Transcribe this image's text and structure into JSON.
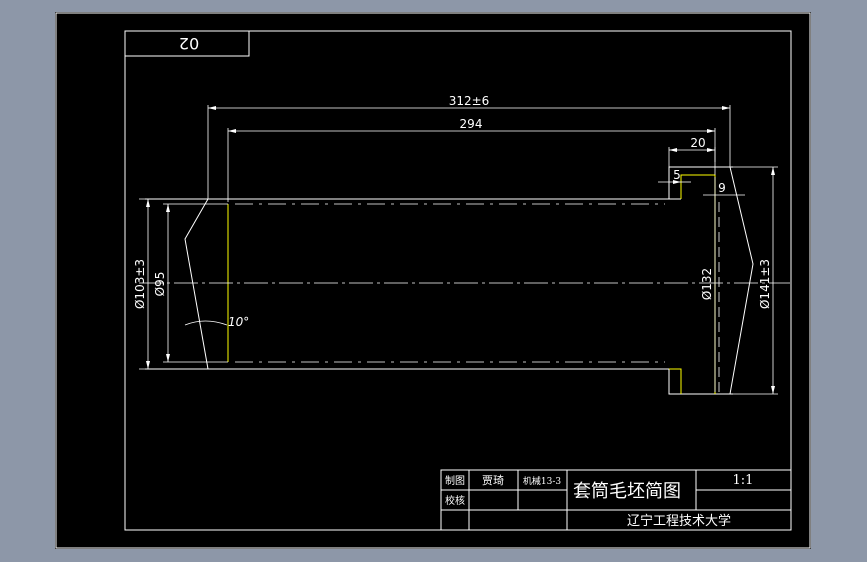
{
  "drawing": {
    "code_box": "02",
    "dimensions": {
      "overall_length": "312±6",
      "inner_length": "294",
      "flange_width": "20",
      "step_5": "5",
      "step_9": "9",
      "dia_left_outer": "Ø103±3",
      "dia_left_inner": "Ø95",
      "dia_right_inner": "Ø132",
      "dia_right_outer": "Ø141±3",
      "angle": "10°"
    },
    "title_block": {
      "row1_label": "制图",
      "row1_name": "贾琦",
      "row1_class": "机械13-3",
      "row2_label": "校核",
      "drawing_title": "套筒毛坯简图",
      "scale": "1:1",
      "school": "辽宁工程技术大学"
    }
  },
  "colors": {
    "background": "#000000",
    "line": "#ffffff",
    "accent_line": "#ffff00",
    "outer_frame": "#8d97a8"
  }
}
